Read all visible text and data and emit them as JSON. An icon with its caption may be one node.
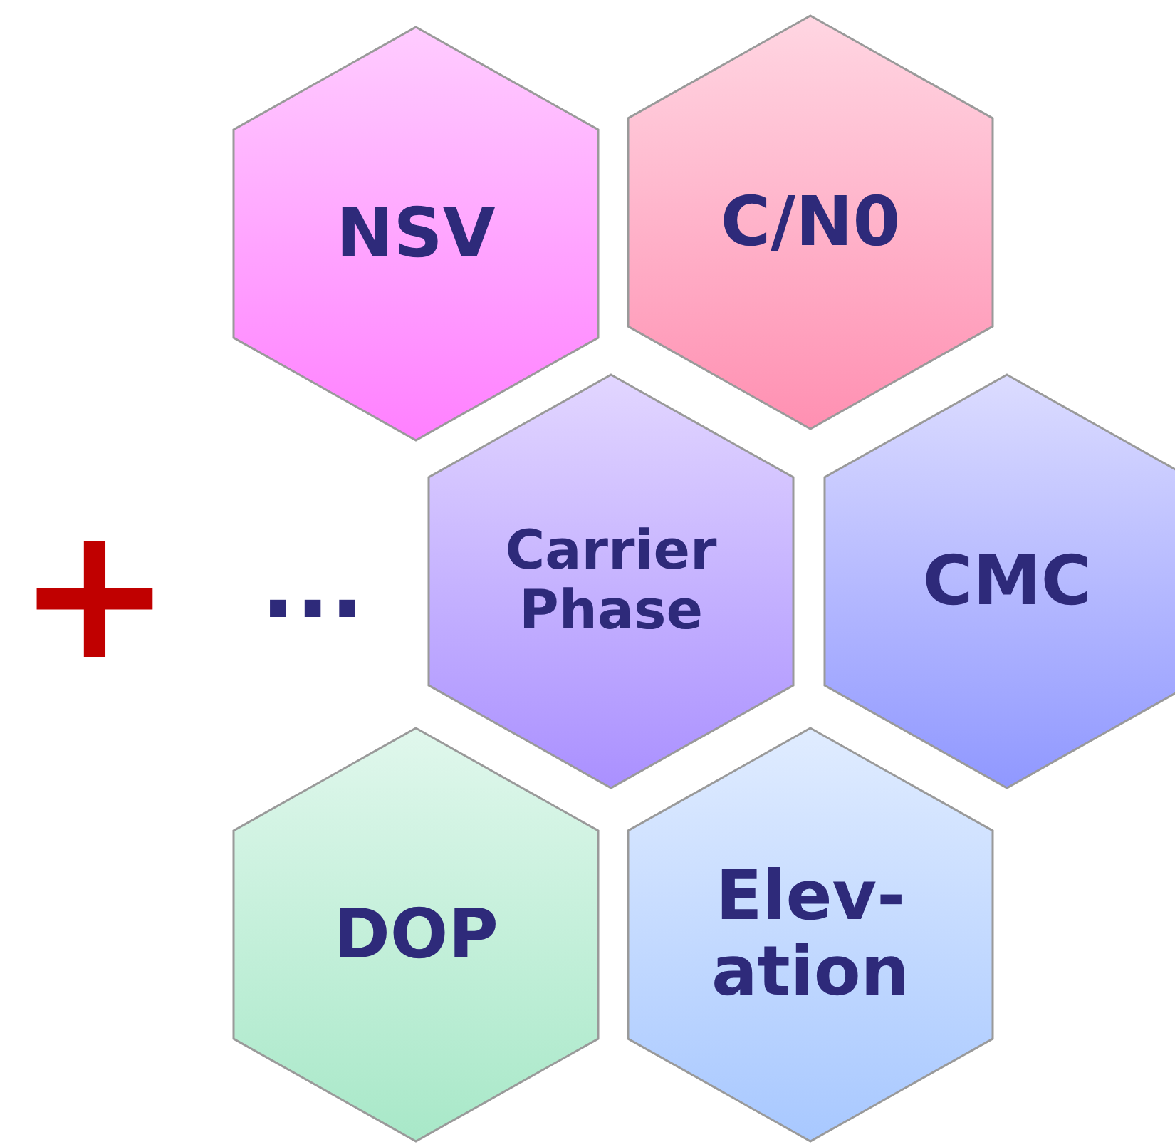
{
  "diagram": {
    "nodes": [
      {
        "text": [
          "NSV"
        ]
      },
      {
        "text": [
          "C/N0"
        ]
      },
      {
        "text": [
          "Carrier Phase"
        ]
      },
      {
        "text": [
          "CMC"
        ]
      },
      {
        "text": [
          "DOP"
        ]
      },
      {
        "text": [
          "Elev- ation"
        ]
      }
    ],
    "labels": [
      "+",
      "..."
    ]
  }
}
